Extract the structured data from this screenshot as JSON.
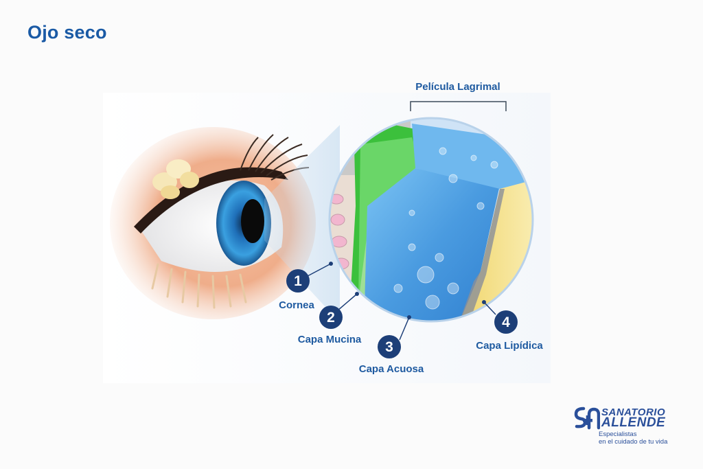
{
  "title": "Ojo seco",
  "diagram": {
    "header_label": "Película Lagrimal",
    "layers": [
      {
        "number": "1",
        "label": "Cornea"
      },
      {
        "number": "2",
        "label": "Capa Mucina"
      },
      {
        "number": "3",
        "label": "Capa Acuosa"
      },
      {
        "number": "4",
        "label": "Capa Lipídica"
      }
    ]
  },
  "logo": {
    "name_line1": "SANATORIO",
    "name_line2": "ALLENDE",
    "tagline_line1": "Especialistas",
    "tagline_line2": "en el cuidado de tu vida"
  },
  "colors": {
    "title": "#1a5aa5",
    "badge": "#1d3f78",
    "label": "#1e5aa0",
    "aqueous": "#4a9be0",
    "mucin": "#3cc03c",
    "lipid": "#f5e08a"
  }
}
